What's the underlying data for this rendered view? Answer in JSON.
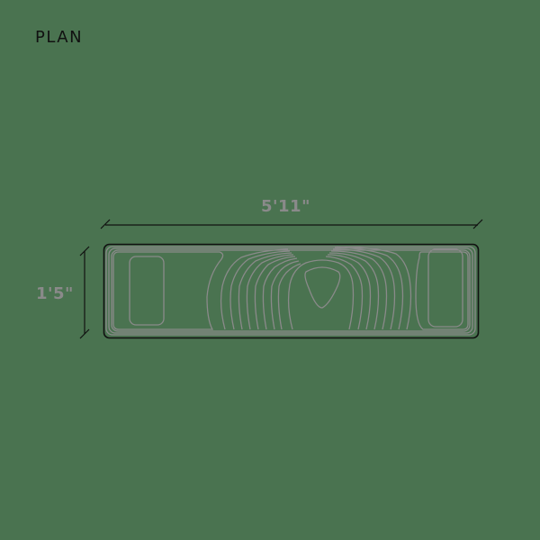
{
  "title": "PLAN",
  "dimensions": {
    "width_label": "5'11\"",
    "height_label": "1'5\""
  },
  "colors": {
    "background": "#4a7350",
    "contour": "#8a8a8a",
    "outline": "#111111",
    "dimension_text": "#8a8a8a"
  },
  "drawing": {
    "type": "plan-view",
    "shape": "rounded-rectangle",
    "pattern": "topographic-contour-lines"
  }
}
